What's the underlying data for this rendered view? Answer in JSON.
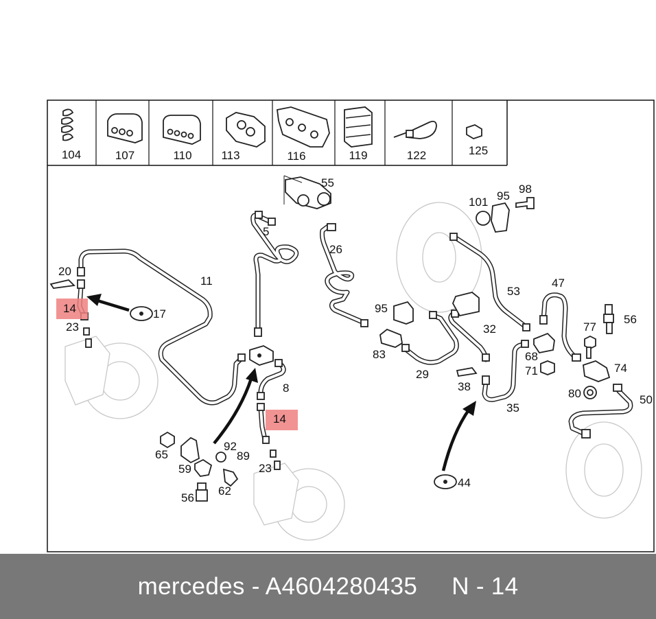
{
  "header_items": [
    {
      "number": "104",
      "icon": "spring-clip-icon"
    },
    {
      "number": "107",
      "icon": "pipe-clip-3-icon"
    },
    {
      "number": "110",
      "icon": "pipe-clip-4-icon"
    },
    {
      "number": "113",
      "icon": "pipe-holder-double-icon"
    },
    {
      "number": "116",
      "icon": "pipe-holder-triple-icon"
    },
    {
      "number": "119",
      "icon": "pipe-clamp-block-icon"
    },
    {
      "number": "122",
      "icon": "cable-tie-icon"
    },
    {
      "number": "125",
      "icon": "small-clip-icon"
    }
  ],
  "labels": {
    "l55": "55",
    "l5": "5",
    "l26": "26",
    "l101": "101",
    "l95a": "95",
    "l98": "98",
    "l20": "20",
    "l11": "11",
    "l14a": "14",
    "l17": "17",
    "l23a": "23",
    "l53": "53",
    "l47": "47",
    "l95b": "95",
    "l77": "77",
    "l56a": "56",
    "l32": "32",
    "l83": "83",
    "l68": "68",
    "l71": "71",
    "l74": "74",
    "l29": "29",
    "l8": "8",
    "l38": "38",
    "l80": "80",
    "l50": "50",
    "l35": "35",
    "l14b": "14",
    "l65": "65",
    "l92": "92",
    "l89": "89",
    "l59": "59",
    "l23b": "23",
    "l62": "62",
    "l56b": "56",
    "l44": "44"
  },
  "highlight_color": "#f08080",
  "footer": {
    "text": "mercedes - A4604280435     N - 14"
  }
}
